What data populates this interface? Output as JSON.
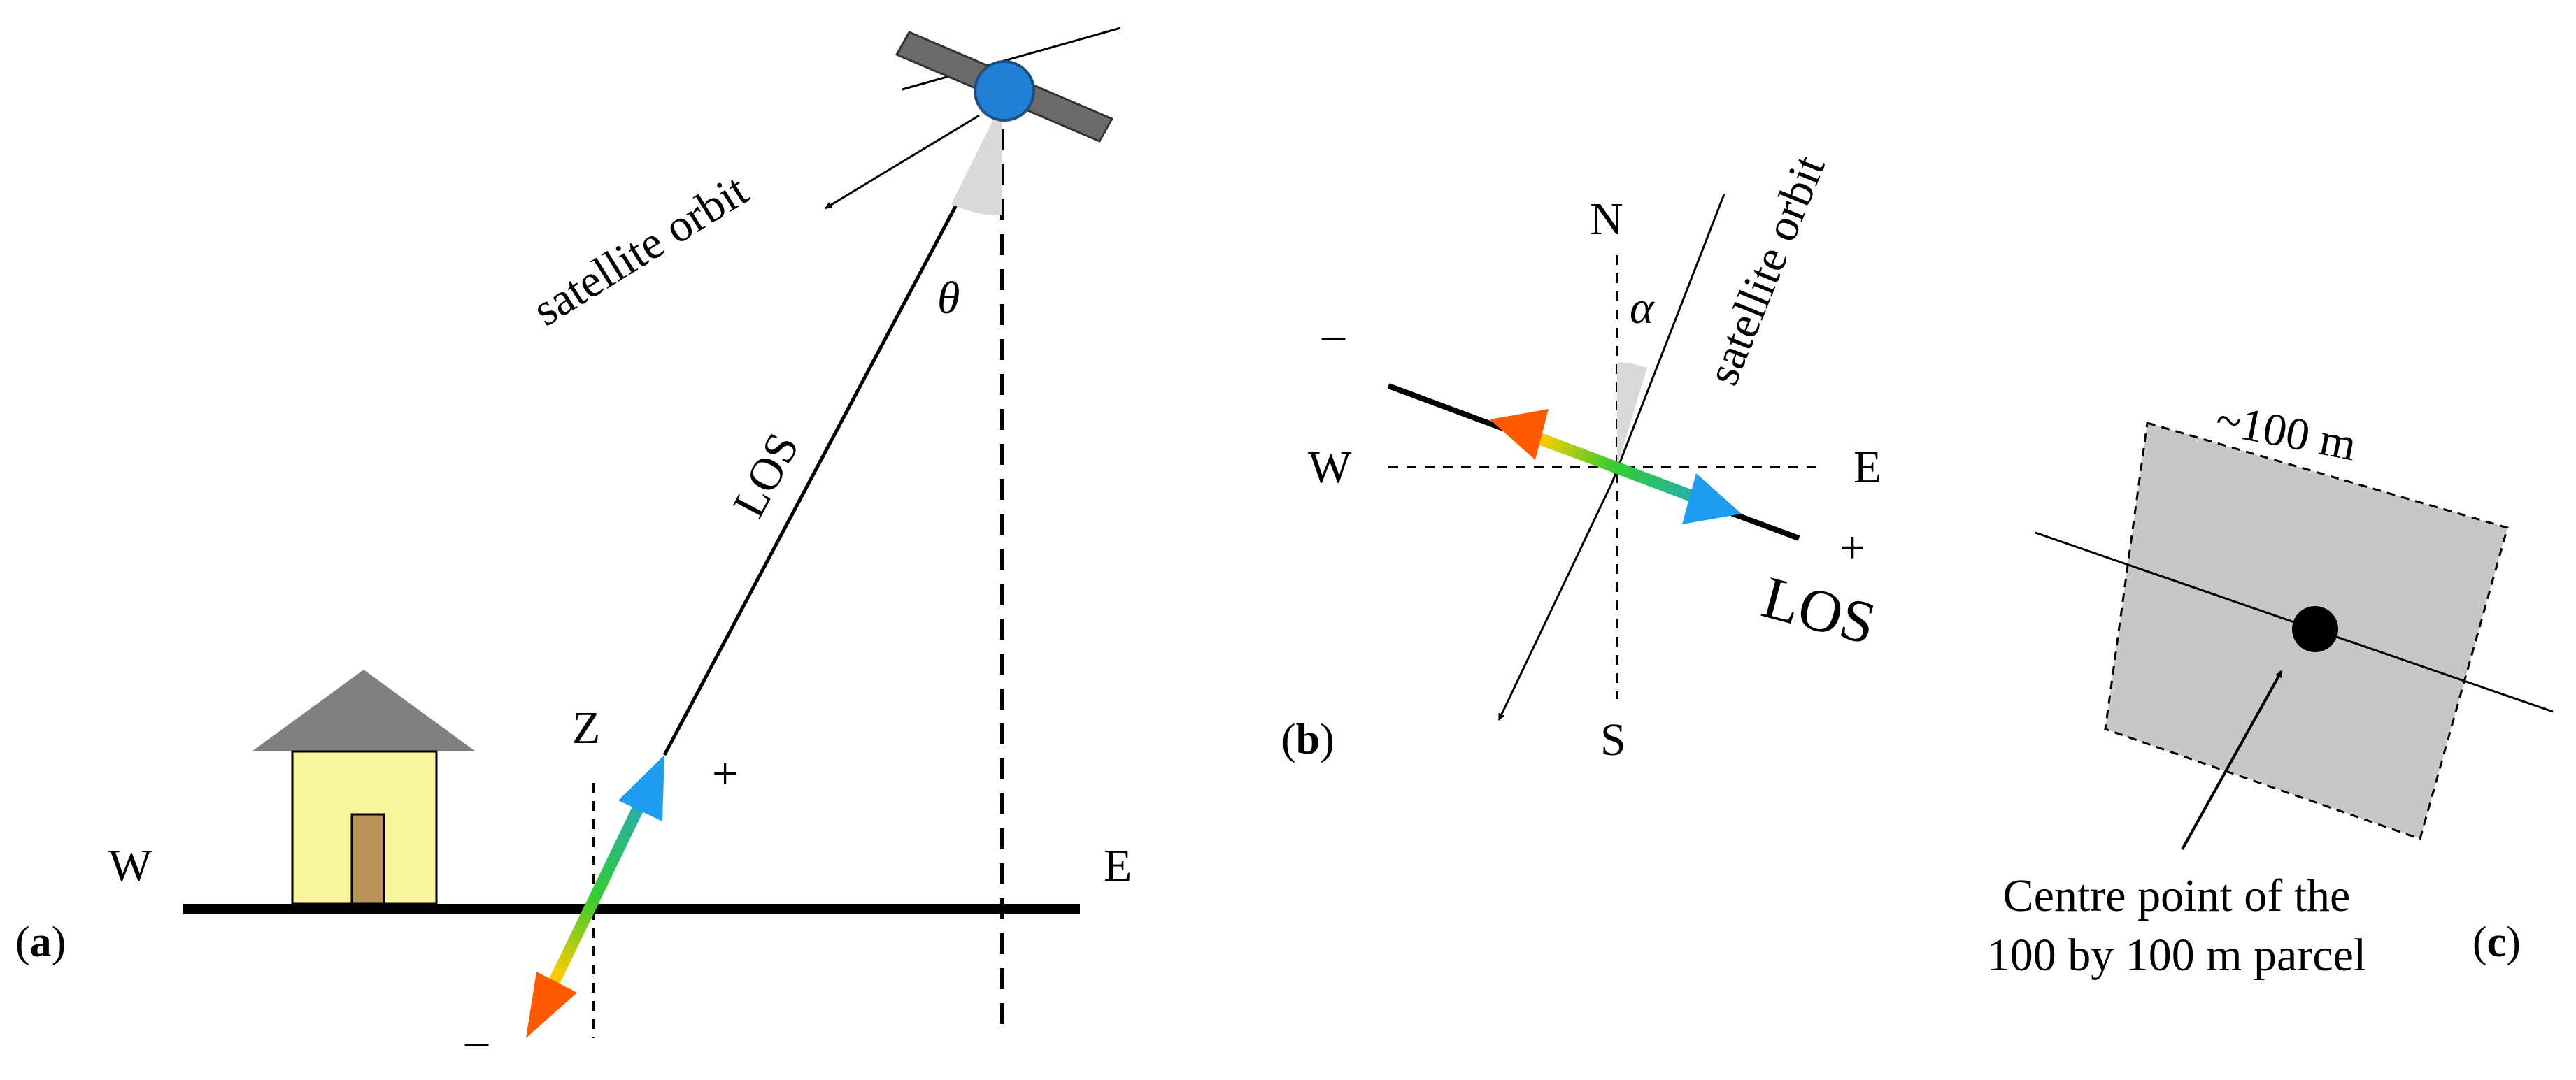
{
  "panel_a": {
    "label_open": "(",
    "label_letter": "a",
    "label_close": ")",
    "west": "W",
    "east": "E",
    "zenith": "Z",
    "plus": "+",
    "minus": "–",
    "los": "LOS",
    "theta": "θ",
    "orbit": "satellite orbit"
  },
  "panel_b": {
    "label_open": "(",
    "label_letter": "b",
    "label_close": ")",
    "north": "N",
    "south": "S",
    "west": "W",
    "east": "E",
    "alpha": "α",
    "minus": "–",
    "plus": "+",
    "los": "LOS",
    "orbit": "satellite orbit"
  },
  "panel_c": {
    "label_open": "(",
    "label_letter": "c",
    "label_close": ")",
    "size": "~100 m",
    "caption_line1": "Centre point of the",
    "caption_line2": "100 by 100 m parcel"
  },
  "colors": {
    "house_wall": "#fbf59c",
    "house_roof": "#808080",
    "house_door": "#b8935a",
    "satellite_body": "#1f80d6",
    "satellite_panel": "#6b6b6b",
    "parcel_fill": "#c7c7c7",
    "angle_wedge": "#d9d9d9",
    "arrow_start": "#ff6600",
    "arrow_mid": "#33cc33",
    "arrow_end": "#1e9df0"
  }
}
